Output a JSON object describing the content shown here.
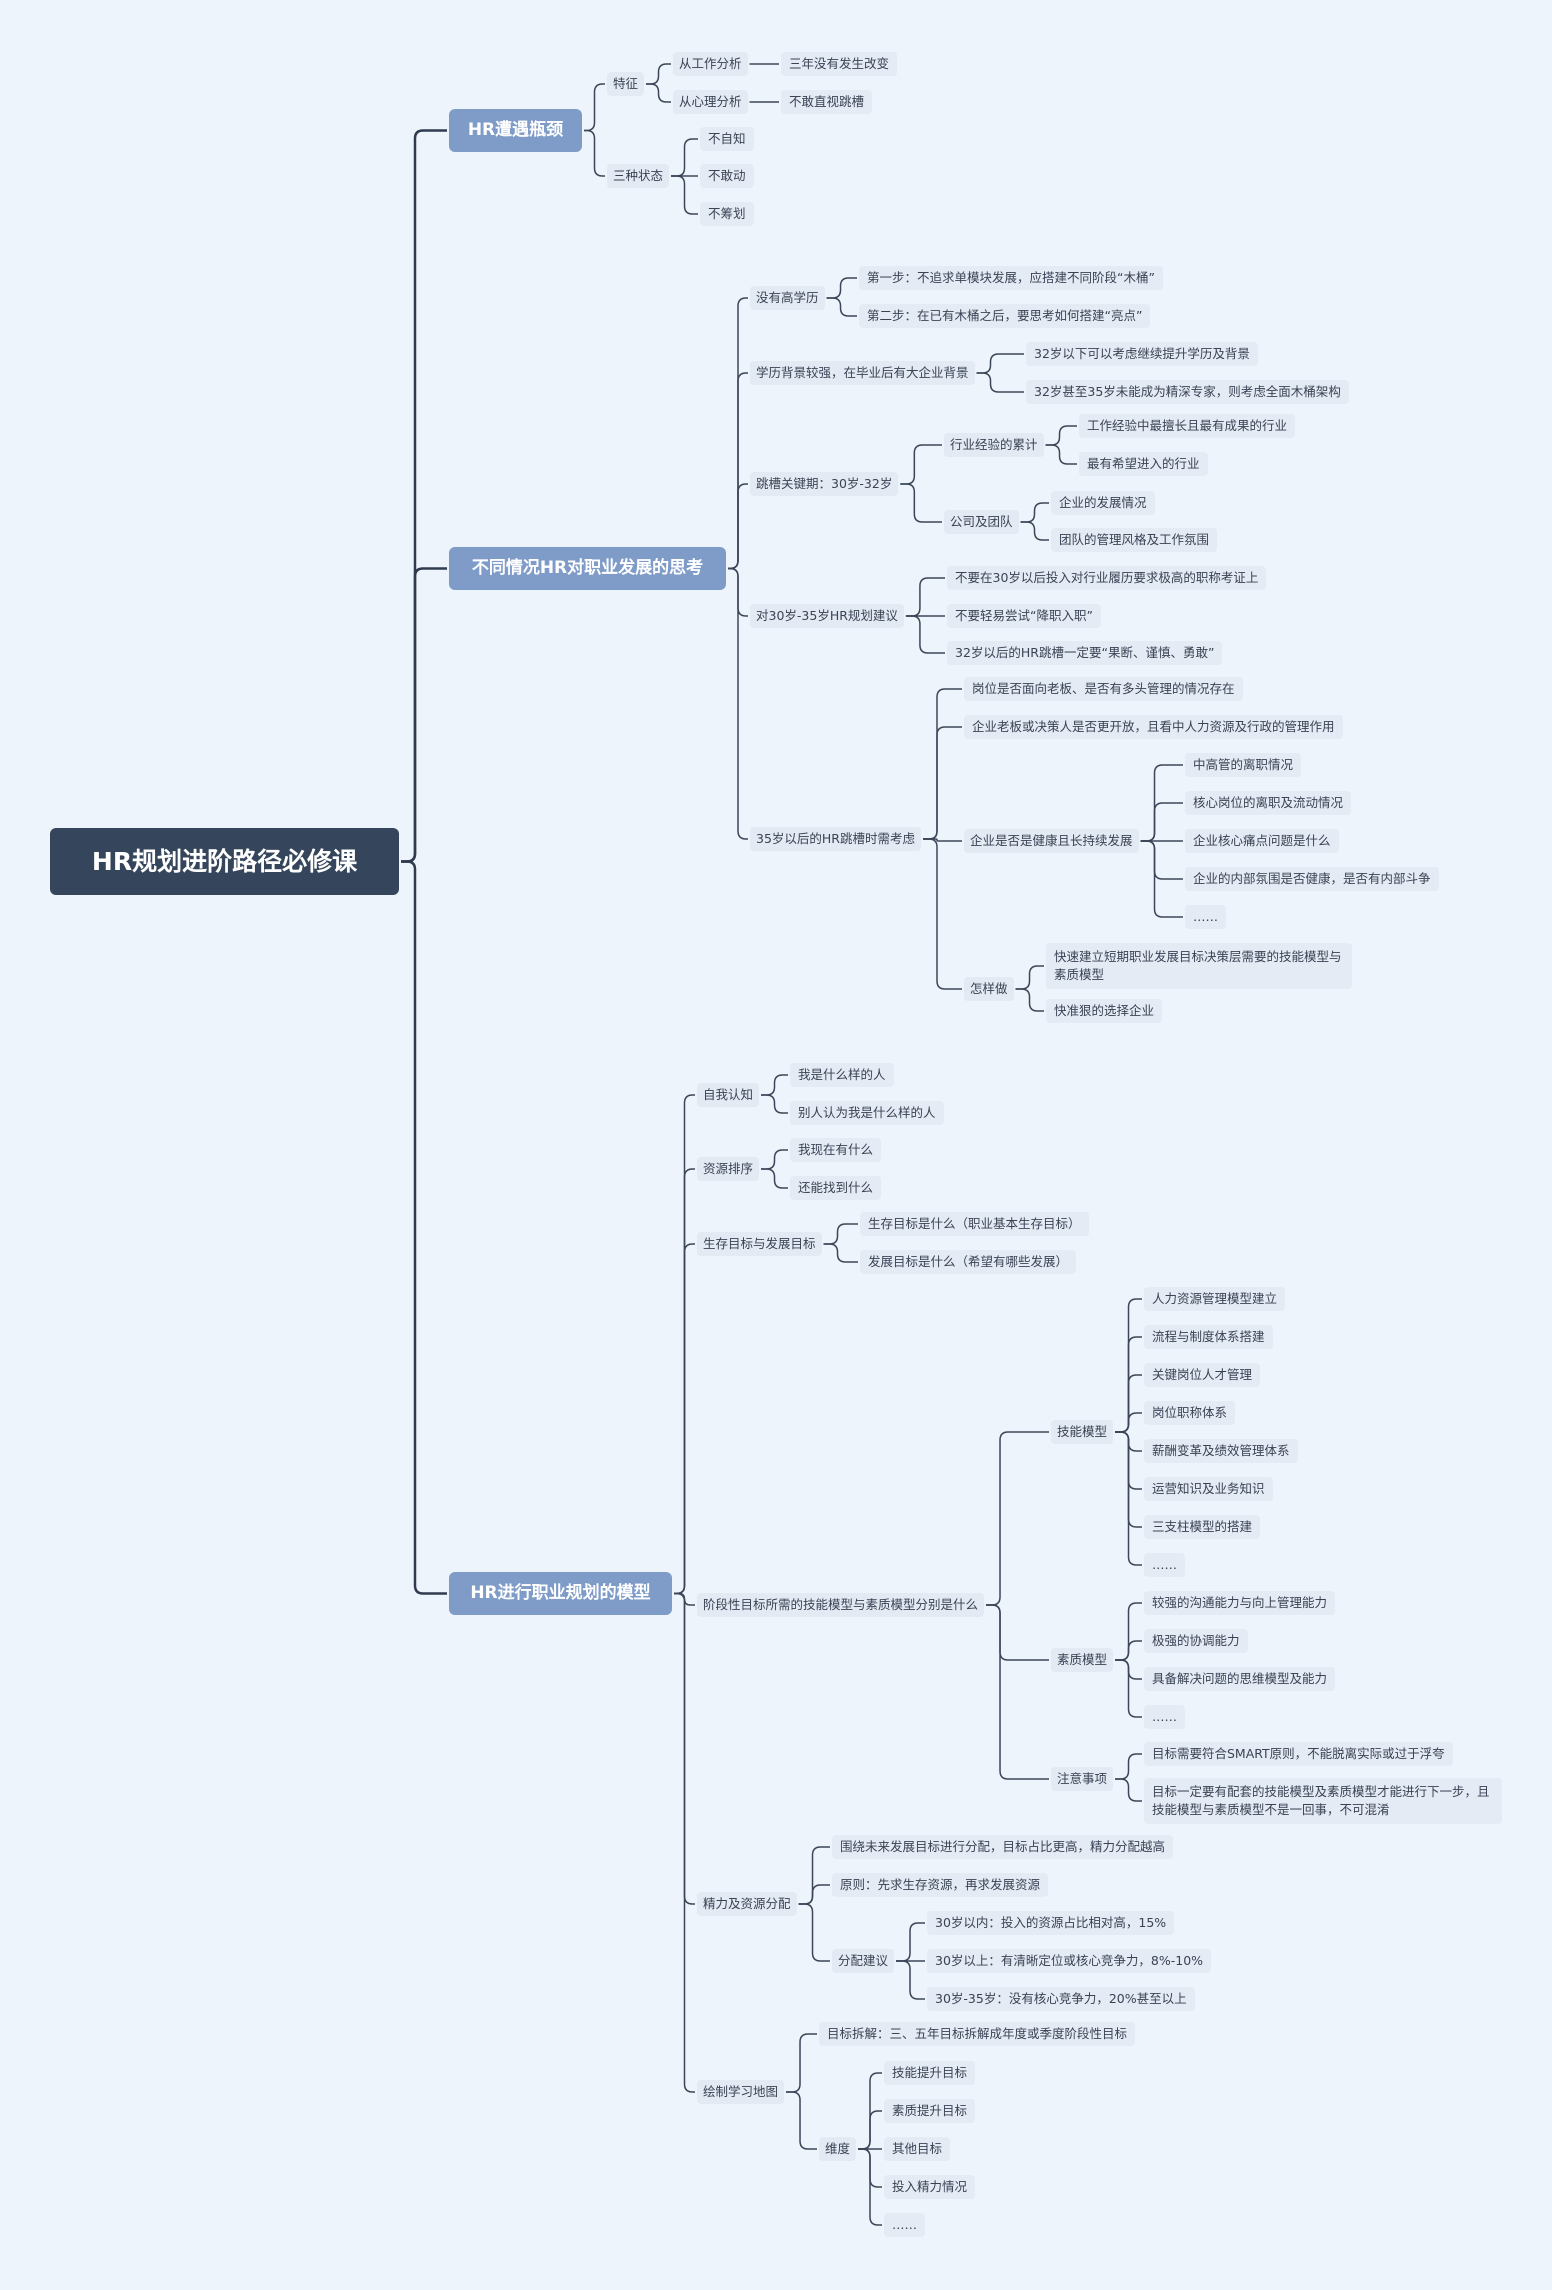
{
  "root": "HR规划进阶路径必修课",
  "branches": [
    {
      "label": "HR遭遇瓶颈",
      "children": [
        {
          "label": "特征",
          "children": [
            {
              "label": "从工作分析",
              "children": [
                {
                  "label": "三年没有发生改变"
                }
              ]
            },
            {
              "label": "从心理分析",
              "children": [
                {
                  "label": "不敢直视跳槽"
                }
              ]
            }
          ]
        },
        {
          "label": "三种状态",
          "children": [
            {
              "label": "不自知"
            },
            {
              "label": "不敢动"
            },
            {
              "label": "不筹划"
            }
          ]
        }
      ]
    },
    {
      "label": "不同情况HR对职业发展的思考",
      "children": [
        {
          "label": "没有高学历",
          "children": [
            {
              "label": "第一步：不追求单模块发展，应搭建不同阶段“木桶”"
            },
            {
              "label": "第二步：在已有木桶之后，要思考如何搭建“亮点”"
            }
          ]
        },
        {
          "label": "学历背景较强，在毕业后有大企业背景",
          "children": [
            {
              "label": "32岁以下可以考虑继续提升学历及背景"
            },
            {
              "label": "32岁甚至35岁未能成为精深专家，则考虑全面木桶架构"
            }
          ]
        },
        {
          "label": "跳槽关键期：30岁-32岁",
          "children": [
            {
              "label": "行业经验的累计",
              "children": [
                {
                  "label": "工作经验中最擅长且最有成果的行业"
                },
                {
                  "label": "最有希望进入的行业"
                }
              ]
            },
            {
              "label": "公司及团队",
              "children": [
                {
                  "label": "企业的发展情况"
                },
                {
                  "label": "团队的管理风格及工作氛围"
                }
              ]
            }
          ]
        },
        {
          "label": "对30岁-35岁HR规划建议",
          "children": [
            {
              "label": "不要在30岁以后投入对行业履历要求极高的职称考证上"
            },
            {
              "label": "不要轻易尝试“降职入职”"
            },
            {
              "label": "32岁以后的HR跳槽一定要“果断、谨慎、勇敢”"
            }
          ]
        },
        {
          "label": "35岁以后的HR跳槽时需考虑",
          "children": [
            {
              "label": "岗位是否面向老板、是否有多头管理的情况存在"
            },
            {
              "label": "企业老板或决策人是否更开放，且看中人力资源及行政的管理作用"
            },
            {
              "label": "企业是否是健康且长持续发展",
              "children": [
                {
                  "label": "中高管的离职情况"
                },
                {
                  "label": "核心岗位的离职及流动情况"
                },
                {
                  "label": "企业核心痛点问题是什么"
                },
                {
                  "label": "企业的内部氛围是否健康，是否有内部斗争"
                },
                {
                  "label": "……"
                }
              ]
            },
            {
              "label": "怎样做",
              "children": [
                {
                  "label": "快速建立短期职业发展目标决策层需要的技能模型与素质模型"
                },
                {
                  "label": "快准狠的选择企业"
                }
              ]
            }
          ]
        }
      ]
    },
    {
      "label": "HR进行职业规划的模型",
      "children": [
        {
          "label": "自我认知",
          "children": [
            {
              "label": "我是什么样的人"
            },
            {
              "label": "别人认为我是什么样的人"
            }
          ]
        },
        {
          "label": "资源排序",
          "children": [
            {
              "label": "我现在有什么"
            },
            {
              "label": "还能找到什么"
            }
          ]
        },
        {
          "label": "生存目标与发展目标",
          "children": [
            {
              "label": "生存目标是什么（职业基本生存目标）"
            },
            {
              "label": "发展目标是什么（希望有哪些发展）"
            }
          ]
        },
        {
          "label": "阶段性目标所需的技能模型与素质模型分别是什么",
          "children": [
            {
              "label": "技能模型",
              "children": [
                {
                  "label": "人力资源管理模型建立"
                },
                {
                  "label": "流程与制度体系搭建"
                },
                {
                  "label": "关键岗位人才管理"
                },
                {
                  "label": "岗位职称体系"
                },
                {
                  "label": "薪酬变革及绩效管理体系"
                },
                {
                  "label": "运营知识及业务知识"
                },
                {
                  "label": "三支柱模型的搭建"
                },
                {
                  "label": "……"
                }
              ]
            },
            {
              "label": "素质模型",
              "children": [
                {
                  "label": "较强的沟通能力与向上管理能力"
                },
                {
                  "label": "极强的协调能力"
                },
                {
                  "label": "具备解决问题的思维模型及能力"
                },
                {
                  "label": "……"
                }
              ]
            },
            {
              "label": "注意事项",
              "children": [
                {
                  "label": "目标需要符合SMART原则，不能脱离实际或过于浮夸"
                },
                {
                  "label": "目标一定要有配套的技能模型及素质模型才能进行下一步，且技能模型与素质模型不是一回事，不可混淆"
                }
              ]
            }
          ]
        },
        {
          "label": "精力及资源分配",
          "children": [
            {
              "label": "围绕未来发展目标进行分配，目标占比更高，精力分配越高"
            },
            {
              "label": "原则：先求生存资源，再求发展资源"
            },
            {
              "label": "分配建议",
              "children": [
                {
                  "label": "30岁以内：投入的资源占比相对高，15%"
                },
                {
                  "label": "30岁以上：有清晰定位或核心竞争力，8%-10%"
                },
                {
                  "label": "30岁-35岁：没有核心竞争力，20%甚至以上"
                }
              ]
            }
          ]
        },
        {
          "label": "绘制学习地图",
          "children": [
            {
              "label": "目标拆解：三、五年目标拆解成年度或季度阶段性目标"
            },
            {
              "label": "维度",
              "children": [
                {
                  "label": "技能提升目标"
                },
                {
                  "label": "素质提升目标"
                },
                {
                  "label": "其他目标"
                },
                {
                  "label": "投入精力情况"
                },
                {
                  "label": "……"
                }
              ]
            }
          ]
        }
      ]
    }
  ]
}
